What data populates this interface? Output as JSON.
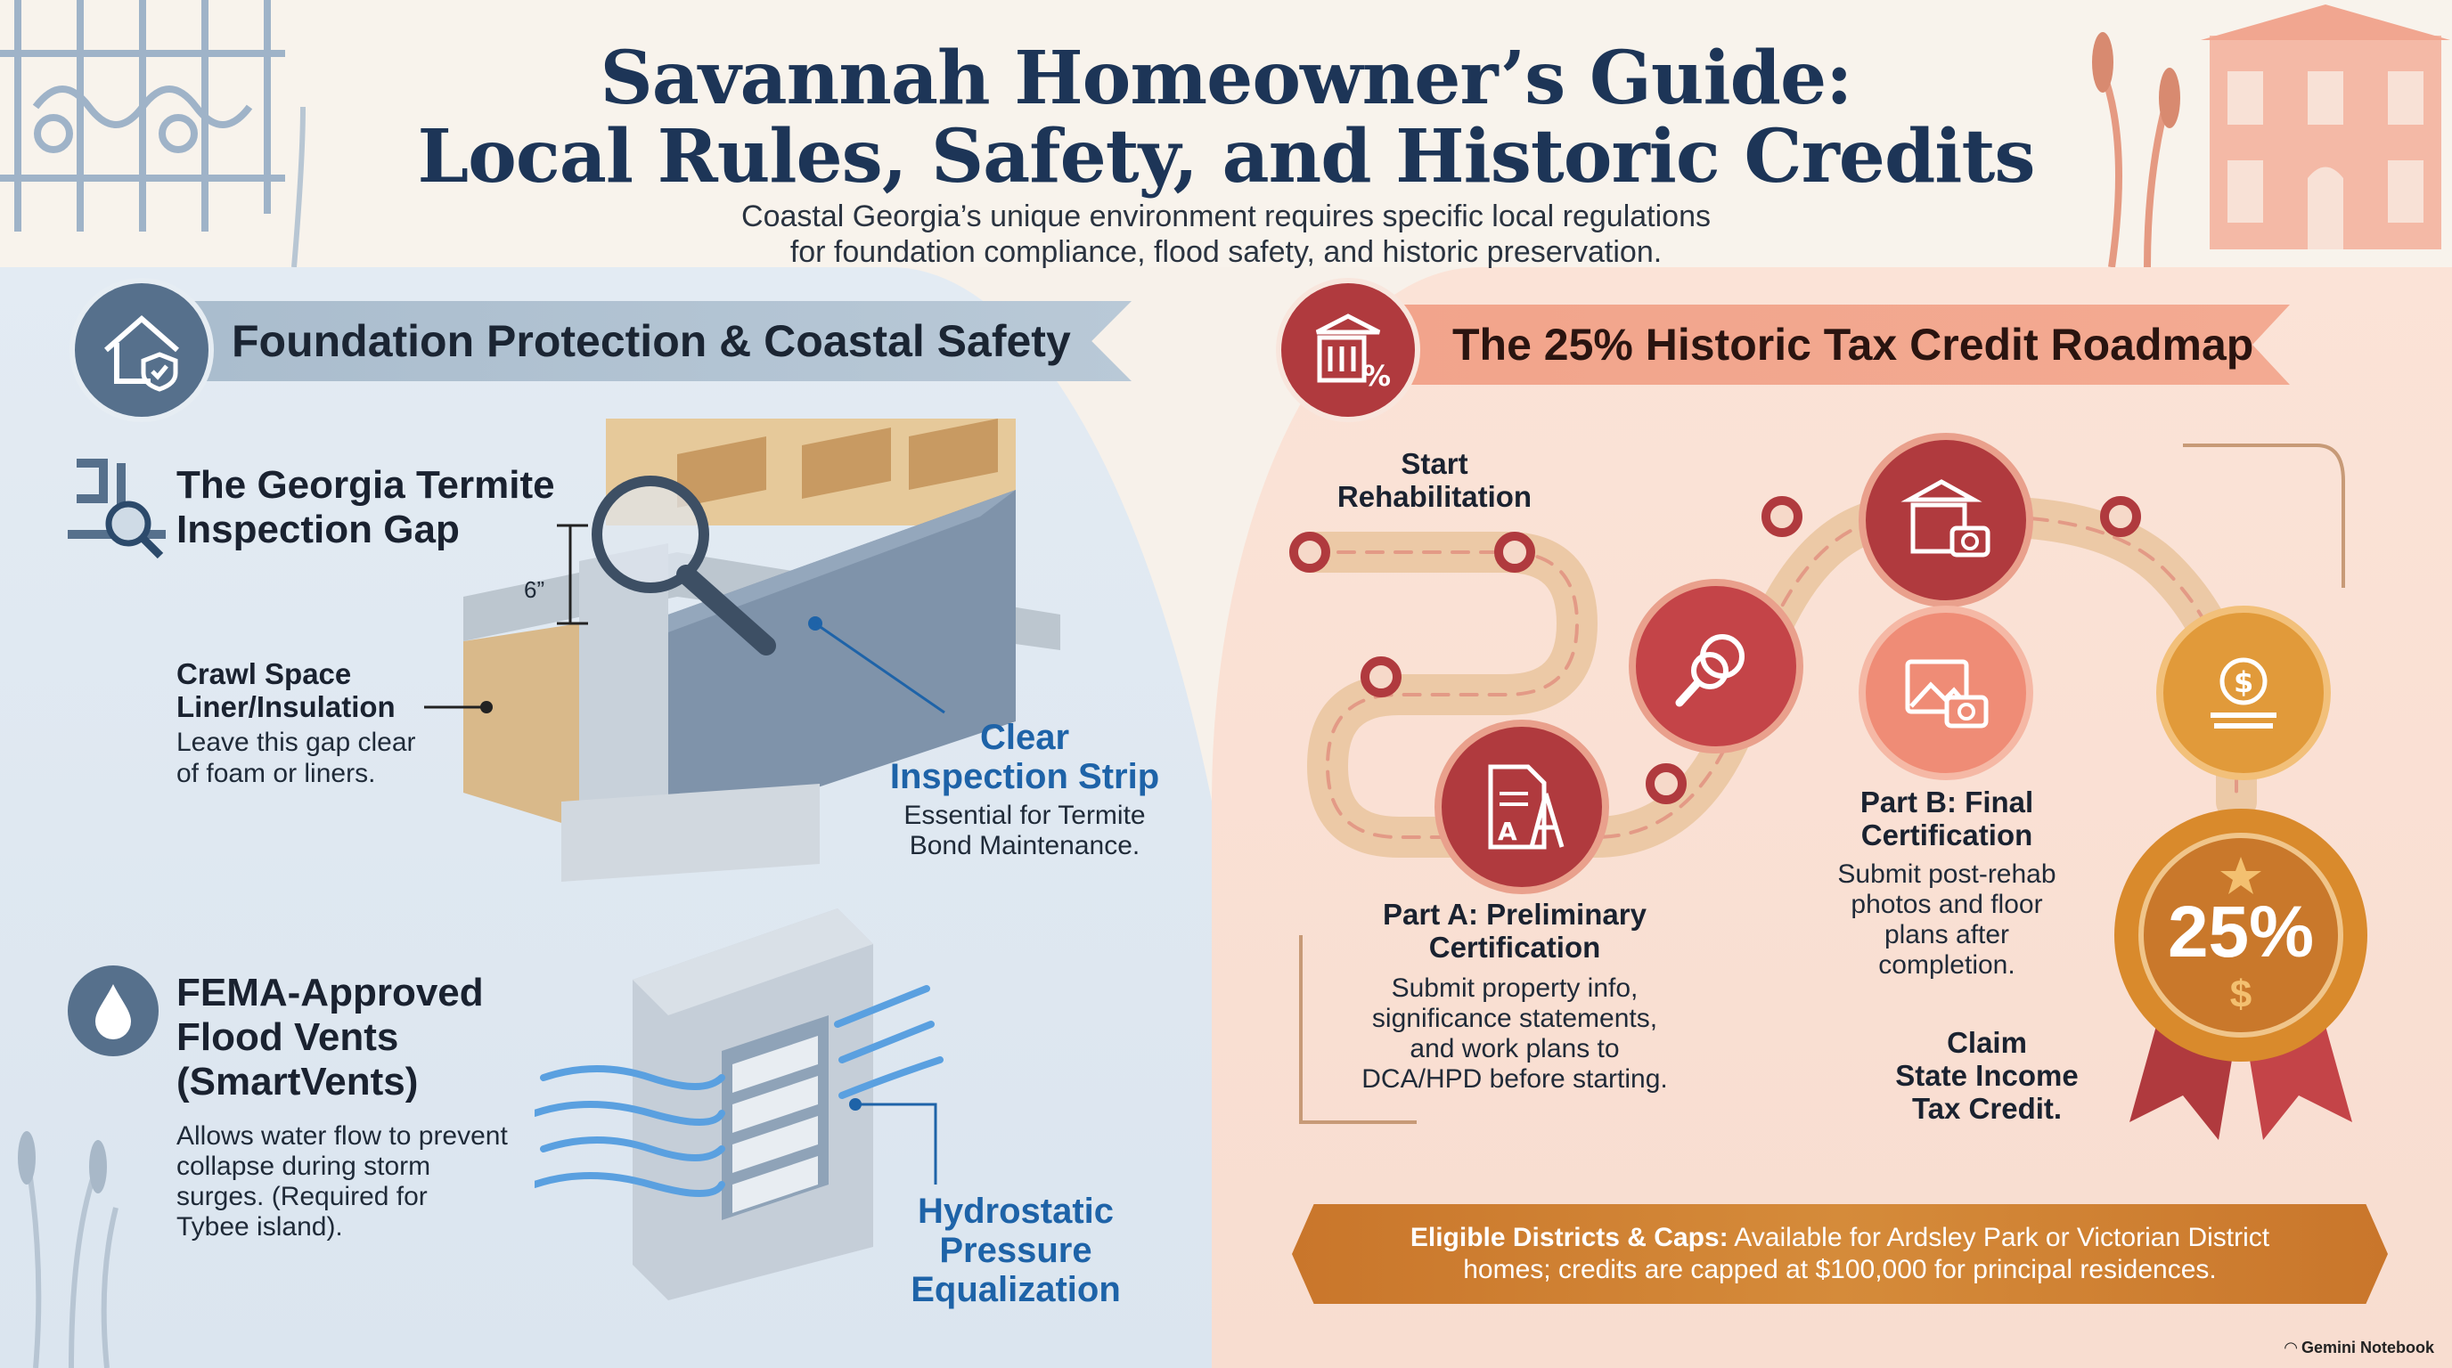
{
  "header": {
    "title_line1": "Savannah Homeowner’s Guide:",
    "title_line2": "Local Rules, Safety, and Historic Credits",
    "subtitle_line1": "Coastal Georgia’s unique environment requires specific local regulations",
    "subtitle_line2": "for foundation compliance, flood safety, and historic preservation."
  },
  "left": {
    "banner": "Foundation Protection & Coastal Safety",
    "termite": {
      "heading_line1": "The Georgia Termite",
      "heading_line2": "Inspection Gap",
      "measure": "6”",
      "liner_title_line1": "Crawl Space",
      "liner_title_line2": "Liner/Insulation",
      "liner_text_line1": "Leave this gap clear",
      "liner_text_line2": "of foam or liners.",
      "strip_title_line1": "Clear",
      "strip_title_line2": "Inspection Strip",
      "strip_text_line1": "Essential for Termite",
      "strip_text_line2": "Bond Maintenance."
    },
    "flood": {
      "heading_line1": "FEMA-Approved",
      "heading_line2": "Flood Vents",
      "heading_line3": "(SmartVents)",
      "text_line1": "Allows water flow to prevent",
      "text_line2": "collapse during storm",
      "text_line3": "surges. (Required for",
      "text_line4": "Tybee island).",
      "hydro_line1": "Hydrostatic",
      "hydro_line2": "Pressure",
      "hydro_line3": "Equalization"
    }
  },
  "right": {
    "banner": "The 25% Historic Tax Credit Roadmap",
    "start_line1": "Start",
    "start_line2": "Rehabilitation",
    "partA_title_line1": "Part A: Preliminary",
    "partA_title_line2": "Certification",
    "partA_text_line1": "Submit property info,",
    "partA_text_line2": "significance statements,",
    "partA_text_line3": "and work plans to",
    "partA_text_line4": "DCA/HPD before starting.",
    "partB_title_line1": "Part B: Final",
    "partB_title_line2": "Certification",
    "partB_text_line1": "Submit post-rehab",
    "partB_text_line2": "photos and floor",
    "partB_text_line3": "plans after",
    "partB_text_line4": "completion.",
    "claim_line1": "Claim",
    "claim_line2": "State Income",
    "claim_line3": "Tax Credit.",
    "medal_value": "25%",
    "medal_symbol": "$",
    "bar_label": "Eligible Districts & Caps:",
    "bar_text_line1": " Available for Ardsley Park or Victorian District",
    "bar_text_line2": "homes; credits are capped at $100,000 for principal residences."
  },
  "footer": {
    "credit": "Gemini Notebook"
  },
  "colors": {
    "navy": "#1d3557",
    "slate": "#56708c",
    "crimson": "#b03a3e",
    "salmon": "#f2a48b",
    "gold": "#d58b3a",
    "blue_label": "#1e63a8"
  }
}
